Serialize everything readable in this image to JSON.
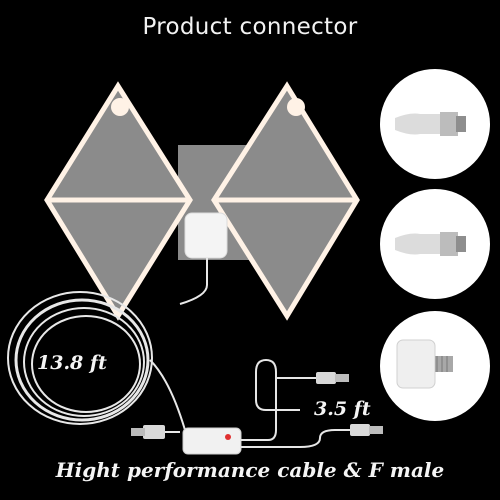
{
  "header": {
    "title": "Product connector"
  },
  "labels": {
    "coax_length": "13.8 ft",
    "usb_length": "3.5 ft",
    "caption": "Hight performance cable & F male"
  },
  "icons": {
    "antenna": "flat-hdtv-antenna-icon",
    "connector_1": "coax-connector-icon",
    "connector_2": "coax-connector-icon",
    "connector_3": "f-male-connector-icon",
    "amplifier": "signal-amplifier-icon"
  },
  "colors": {
    "background": "#000000",
    "antenna_fill": "#8a8a8a",
    "trim": "#fff2e6"
  }
}
